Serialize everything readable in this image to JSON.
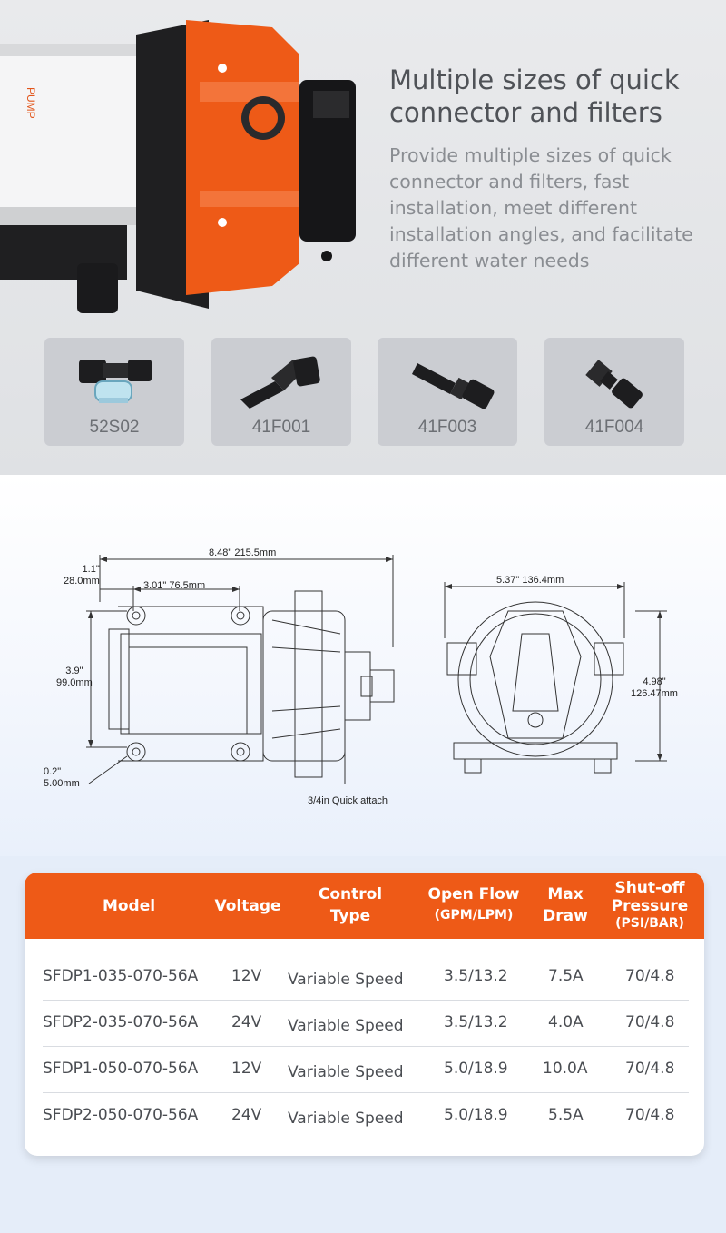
{
  "hero": {
    "title": "Multiple sizes of quick connector and filters",
    "description": "Provide multiple sizes of quick connector and filters, fast installation, meet different installation angles, and facilitate different water needs"
  },
  "connectors": [
    {
      "label": "52S02",
      "icon": "strainer-icon"
    },
    {
      "label": "41F001",
      "icon": "elbow-connector-icon"
    },
    {
      "label": "41F003",
      "icon": "straight-barb-connector-icon"
    },
    {
      "label": "41F004",
      "icon": "threaded-connector-icon"
    }
  ],
  "drawing": {
    "length_in": "8.48\"",
    "length_mm": "215.5mm",
    "offset_in": "1.1\"",
    "offset_mm": "28.0mm",
    "mount_in": "3.01\"",
    "mount_mm": "76.5mm",
    "height_in": "3.9\"",
    "height_mm": "99.0mm",
    "hole_in": "0.2\"",
    "hole_mm": "5.00mm",
    "quick_attach": "3/4in Quick attach",
    "front_width_in": "5.37\"",
    "front_width_mm": "136.4mm",
    "front_height_in": "4.98\"",
    "front_height_mm": "126.47mm"
  },
  "table": {
    "headers": {
      "model": "Model",
      "voltage": "Voltage",
      "control_1": "Control",
      "control_2": "Type",
      "flow_1": "Open Flow",
      "flow_2": "(GPM/LPM)",
      "draw_1": "Max",
      "draw_2": "Draw",
      "shutoff_1": "Shut-off",
      "shutoff_2": "Pressure",
      "shutoff_3": "(PSI/BAR)"
    },
    "rows": [
      {
        "model": "SFDP1-035-070-56A",
        "voltage": "12V",
        "control": "Variable Speed",
        "flow": "3.5/13.2",
        "draw": "7.5A",
        "pressure": "70/4.8"
      },
      {
        "model": "SFDP2-035-070-56A",
        "voltage": "24V",
        "control": "Variable Speed",
        "flow": "3.5/13.2",
        "draw": "4.0A",
        "pressure": "70/4.8"
      },
      {
        "model": "SFDP1-050-070-56A",
        "voltage": "12V",
        "control": "Variable Speed",
        "flow": "5.0/18.9",
        "draw": "10.0A",
        "pressure": "70/4.8"
      },
      {
        "model": "SFDP2-050-070-56A",
        "voltage": "24V",
        "control": "Variable Speed",
        "flow": "5.0/18.9",
        "draw": "5.5A",
        "pressure": "70/4.8"
      }
    ]
  },
  "colors": {
    "accent": "#ee5a17",
    "card": "#cbcdd2",
    "title": "#4f5257",
    "body": "#8a8d92"
  }
}
